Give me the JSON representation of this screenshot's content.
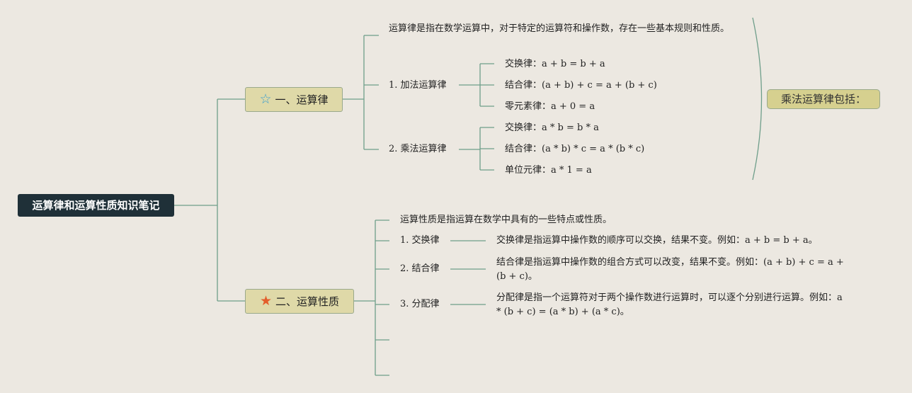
{
  "root": {
    "label": "运算律和运算性质知识笔记"
  },
  "topic1": {
    "label": "一、运算律",
    "icon": "star-outline-icon",
    "description": "运算律是指在数学运算中，对于特定的运算符和操作数，存在一些基本规则和性质。",
    "addition": {
      "label": "1. 加法运算律",
      "items": [
        "交换律：a + b = b + a",
        "结合律：(a + b) + c = a + (b + c)",
        "零元素律：a + 0 = a"
      ]
    },
    "multiplication": {
      "label": "2. 乘法运算律",
      "items": [
        "交换律：a * b = b * a",
        "结合律：(a * b) * c = a * (b * c)",
        "单位元律：a * 1 = a"
      ]
    },
    "summary": "乘法运算律包括："
  },
  "topic2": {
    "label": "二、运算性质",
    "icon": "star-filled-icon",
    "description": "运算性质是指运算在数学中具有的一些特点或性质。",
    "properties": [
      {
        "label": "1. 交换律",
        "detail": "交换律是指运算中操作数的顺序可以交换，结果不变。例如：a + b = b + a。"
      },
      {
        "label": "2. 结合律",
        "detail": "结合律是指运算中操作数的组合方式可以改变，结果不变。例如：(a + b) + c = a + (b + c)。"
      },
      {
        "label": "3. 分配律",
        "detail": "分配律是指一个运算符对于两个操作数进行运算时，可以逐个分别进行运算。例如：a * (b + c) = (a * b) + (a * c)。"
      }
    ]
  },
  "colors": {
    "background": "#ece8e1",
    "root": "#1f3038",
    "topic": "#dfd9a8",
    "summary": "#d6d08f",
    "line": "#6e9e8a",
    "star_outline": "#3d9fd0",
    "star_filled": "#e35d2b"
  }
}
